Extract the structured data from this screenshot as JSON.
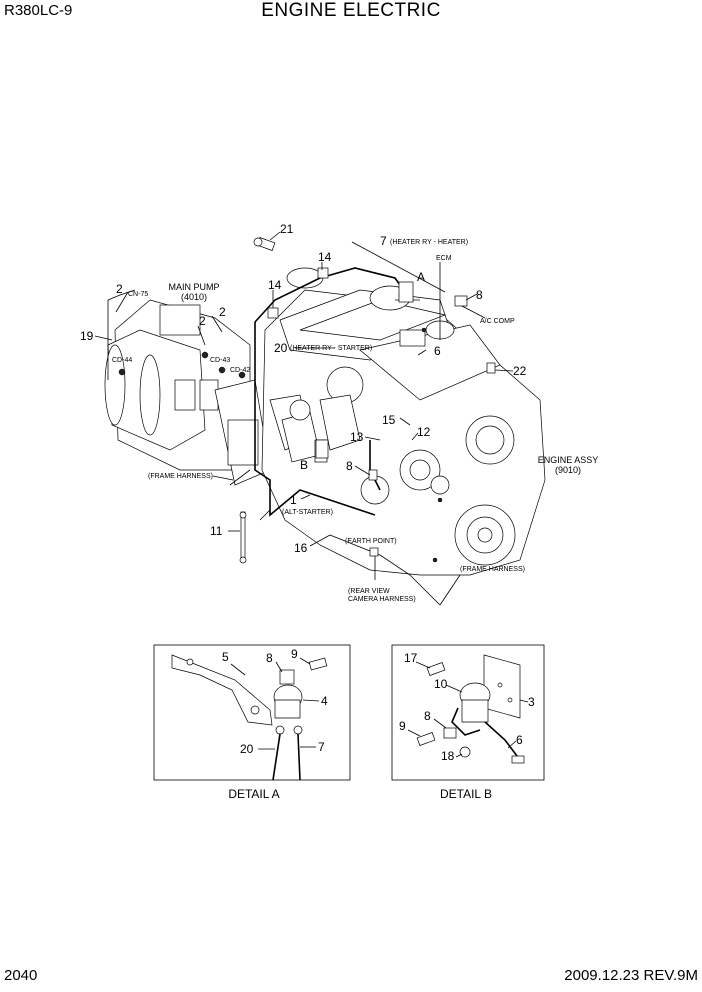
{
  "header": {
    "model": "R380LC-9",
    "title": "ENGINE ELECTRIC"
  },
  "footer": {
    "page": "2040",
    "revision": "2009.12.23  REV.9M"
  },
  "callouts": {
    "c1": "1",
    "c2a": "2",
    "c2b": "2",
    "c2c": "2",
    "c6": "6",
    "c7": "7",
    "c8a": "8",
    "c8b": "8",
    "c11": "11",
    "c12": "12",
    "c13": "13",
    "c14a": "14",
    "c14b": "14",
    "c15": "15",
    "c16": "16",
    "c19": "19",
    "c20": "20",
    "c21": "21",
    "c22": "22",
    "cA": "A",
    "cB": "B"
  },
  "labels": {
    "main_pump_title": "MAIN PUMP",
    "main_pump_code": "(4010)",
    "engine_assy_title": "ENGINE ASSY",
    "engine_assy_code": "(9010)",
    "heater_ry_heater": "(HEATER RY - HEATER)",
    "heater_ry_starter": "(HEATER RY - STARTER)",
    "ecm": "ECM",
    "ac_comp": "A/C COMP",
    "cn75": "CN-75",
    "cd43": "CD-43",
    "cd42": "CD-42",
    "cd44": "CD-44",
    "frame_harness_left": "(FRAME HARNESS)",
    "frame_harness_right": "(FRAME HARNESS)",
    "alt_starter": "(ALT-STARTER)",
    "earth_point": "(EARTH POINT)",
    "rear_view_1": "(REAR VIEW",
    "rear_view_2": "CAMERA HARNESS)"
  },
  "detail_a": {
    "caption": "DETAIL A",
    "callouts": {
      "c5": "5",
      "c8": "8",
      "c9": "9",
      "c4": "4",
      "c20": "20",
      "c7": "7"
    }
  },
  "detail_b": {
    "caption": "DETAIL B",
    "callouts": {
      "c17": "17",
      "c10": "10",
      "c3": "3",
      "c9": "9",
      "c8": "8",
      "c6": "6",
      "c18": "18"
    }
  }
}
